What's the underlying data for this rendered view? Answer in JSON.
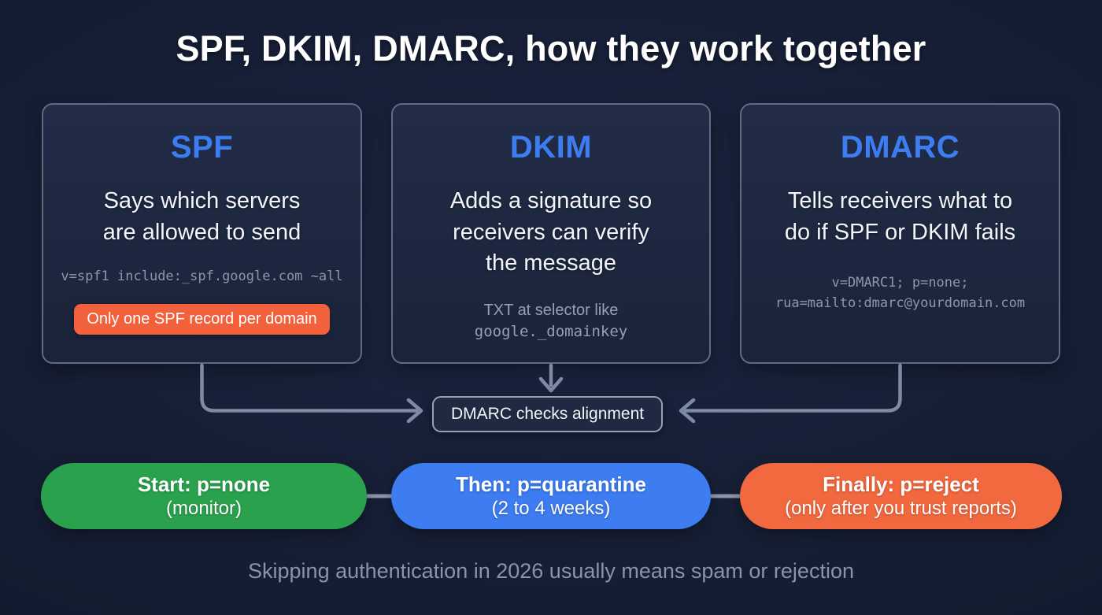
{
  "title": "SPF, DKIM, DMARC, how they work together",
  "cards": {
    "spf": {
      "heading": "SPF",
      "description": "Says which servers\nare allowed to send",
      "code": "v=spf1 include:_spf.google.com ~all",
      "badge": "Only one SPF record per domain"
    },
    "dkim": {
      "heading": "DKIM",
      "description": "Adds a signature so\nreceivers can verify\nthe message",
      "note": "TXT at selector like",
      "note_code": "google._domainkey"
    },
    "dmarc": {
      "heading": "DMARC",
      "description": "Tells receivers what to\ndo if SPF or DKIM fails",
      "code": "v=DMARC1; p=none;\nrua=mailto:dmarc@yourdomain.com"
    }
  },
  "alignment_box": {
    "label": "DMARC checks alignment"
  },
  "pills": [
    {
      "title": "Start: p=none",
      "subtitle": "(monitor)",
      "color": "#2aa24d"
    },
    {
      "title": "Then: p=quarantine",
      "subtitle": "(2 to 4 weeks)",
      "color": "#3d7cf1"
    },
    {
      "title": "Finally: p=reject",
      "subtitle": "(only after you trust reports)",
      "color": "#f2693f"
    }
  ],
  "footer": {
    "note": "Skipping authentication in 2026 usually means spam or rejection"
  },
  "colors": {
    "accent_blue": "#3c7df2",
    "badge_orange": "#f2603c",
    "connector_gray": "#7e8ba3",
    "card_border": "#5d6b86"
  }
}
